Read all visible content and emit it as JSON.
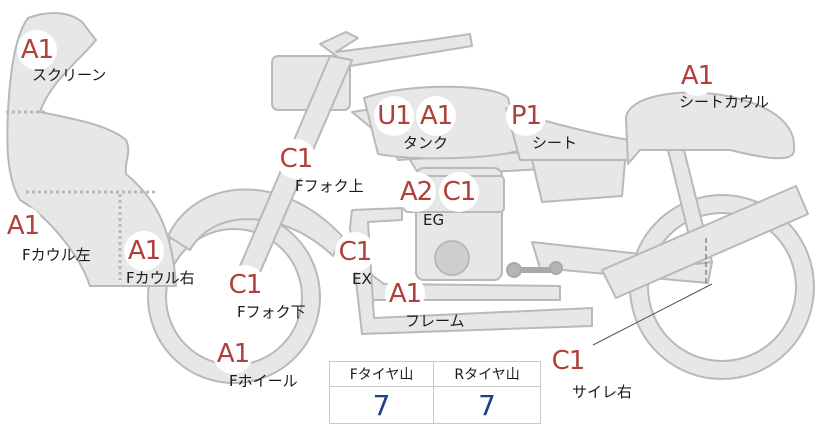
{
  "parts": [
    {
      "id": "screen",
      "label": "スクリーン",
      "grade": "A1"
    },
    {
      "id": "f-cowl-left",
      "label": "Fカウル左",
      "grade": "A1"
    },
    {
      "id": "f-cowl-right",
      "label": "Fカウル右",
      "grade": "A1"
    },
    {
      "id": "f-fork-upper",
      "label": "Fフォク上",
      "grade": "C1"
    },
    {
      "id": "f-fork-lower",
      "label": "Fフォク下",
      "grade": "C1"
    },
    {
      "id": "f-wheel",
      "label": "Fホイール",
      "grade": "A1"
    },
    {
      "id": "tank",
      "label": "タンク",
      "grades": [
        "U1",
        "A1"
      ]
    },
    {
      "id": "seat",
      "label": "シート",
      "grade": "P1"
    },
    {
      "id": "seat-cowl",
      "label": "シートカウル",
      "grade": "A1"
    },
    {
      "id": "engine",
      "label": "EG",
      "grades": [
        "A2",
        "C1"
      ]
    },
    {
      "id": "exhaust",
      "label": "EX",
      "grade": "C1"
    },
    {
      "id": "frame",
      "label": "フレーム",
      "grade": "A1"
    },
    {
      "id": "silencer-right",
      "label": "サイレ右",
      "grade": "C1"
    }
  ],
  "tread_table": {
    "headers": [
      "Fタイヤ山",
      "Rタイヤ山"
    ],
    "values": [
      "7",
      "7"
    ]
  },
  "colors": {
    "body_fill": "#e7e7e7",
    "body_stroke": "#b9b9b9",
    "grade_text": "#b0403c",
    "value_text": "#1f3f8c"
  }
}
